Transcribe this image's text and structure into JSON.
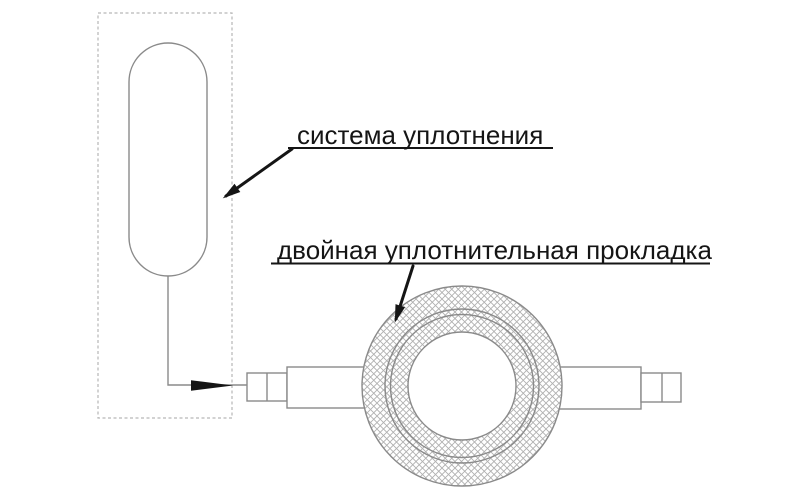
{
  "diagram": {
    "kind": "technical-line-drawing",
    "labels": {
      "seal_system": "система уплотнения",
      "double_gasket": "двойная уплотнительная прокладка"
    },
    "colors": {
      "background": "#ffffff",
      "line": "#8a8a8a",
      "boundary": "#b6b6b6",
      "hatch": "#b0b0b0",
      "ink": "#151515"
    }
  }
}
